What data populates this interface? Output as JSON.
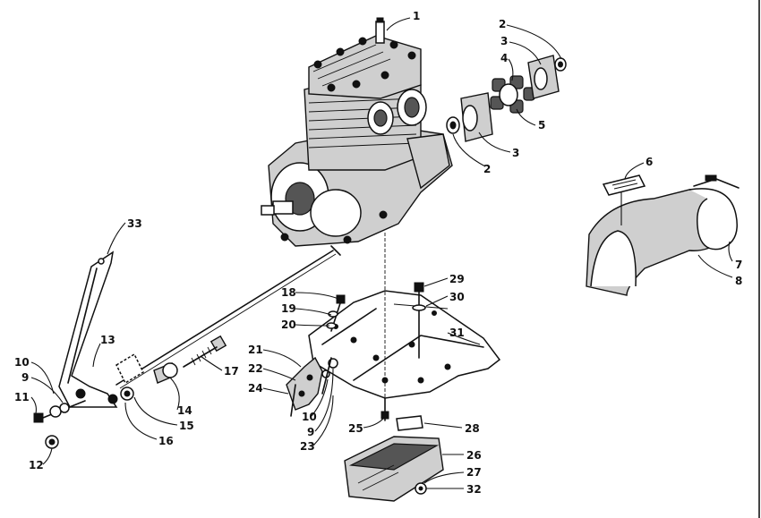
{
  "diagram": {
    "callouts": {
      "c1": "1",
      "c2a": "2",
      "c2b": "2",
      "c3a": "3",
      "c3b": "3",
      "c4": "4",
      "c5": "5",
      "c6": "6",
      "c7": "7",
      "c8": "8",
      "c9a": "9",
      "c9b": "9",
      "c10a": "10",
      "c10b": "10",
      "c11": "11",
      "c12": "12",
      "c13": "13",
      "c14": "14",
      "c15": "15",
      "c16": "16",
      "c17": "17",
      "c18": "18",
      "c19": "19",
      "c20": "20",
      "c21": "21",
      "c22": "22",
      "c23": "23",
      "c24": "24",
      "c25": "25",
      "c26": "26",
      "c27": "27",
      "c28": "28",
      "c29": "29",
      "c30": "30",
      "c31": "31",
      "c32": "32",
      "c33": "33"
    }
  }
}
